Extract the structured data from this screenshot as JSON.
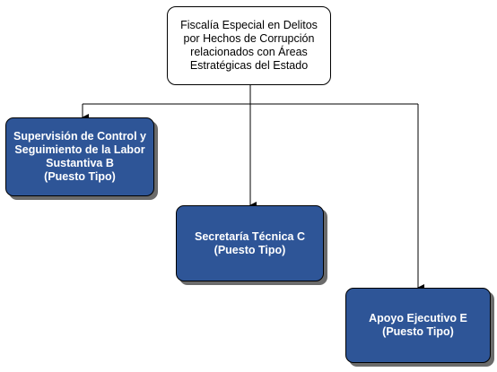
{
  "org_chart": {
    "root": {
      "lines": [
        "Fiscalía Especial en Delitos",
        "por Hechos de Corrupción",
        "relacionados con Áreas",
        "Estratégicas del Estado"
      ]
    },
    "children": [
      {
        "lines": [
          "Supervisión de Control y",
          "Seguimiento de la Labor",
          "Sustantiva B",
          "(Puesto Tipo)"
        ]
      },
      {
        "lines": [
          "Secretaría Técnica C",
          "(Puesto Tipo)"
        ]
      },
      {
        "lines": [
          "Apoyo Ejecutivo E",
          "(Puesto Tipo)"
        ]
      }
    ],
    "colors": {
      "child_fill": "#2e5597",
      "child_text": "#ffffff",
      "line": "#000000",
      "shadow": "#6b6b6b"
    }
  }
}
